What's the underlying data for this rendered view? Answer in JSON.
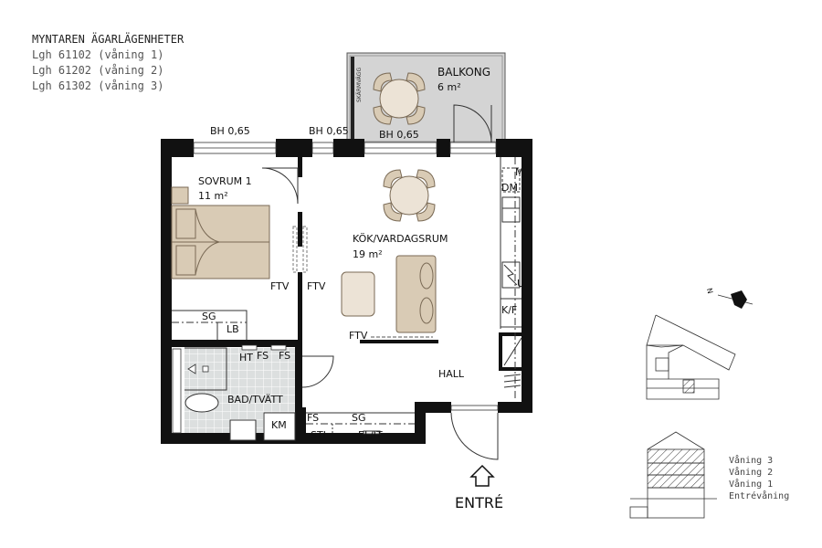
{
  "header": {
    "title": "MYNTAREN ÄGARLÄGENHETER",
    "units": [
      "Lgh 61102 (våning 1)",
      "Lgh 61202 (våning 2)",
      "Lgh 61302 (våning 3)"
    ]
  },
  "rooms": {
    "balcony": {
      "name": "BALKONG",
      "area": "6 m²",
      "wall_label": "SKÄRMVÄGG"
    },
    "bedroom": {
      "name": "SOVRUM 1",
      "area": "11 m²"
    },
    "kitchen_living": {
      "name": "KÖK/VARDAGSRUM",
      "area": "19 m²"
    },
    "bathroom": {
      "name": "BAD/TVÄTT"
    },
    "hall": {
      "name": "HALL"
    }
  },
  "windows": [
    {
      "label": "BH 0,65"
    },
    {
      "label": "BH 0,65"
    },
    {
      "label": "BH 0,65"
    }
  ],
  "fixtures": {
    "ftv_left": "FTV",
    "ftv_right": "FTV",
    "ftv_living": "FTV",
    "sg_bedroom": "SG",
    "lb": "LB",
    "ht": "HT",
    "fs_bath1": "FS",
    "fs_bath2": "FS",
    "km": "KM",
    "fs_hall": "FS",
    "sg_hall": "SG",
    "sti": "STI",
    "el_it": "EL/IT",
    "m": "M",
    "dm": "DM",
    "u": "U",
    "kf": "K/F"
  },
  "entrance": {
    "label": "ENTRÉ"
  },
  "orientation": {
    "north_label": "N"
  },
  "legend": {
    "floors": [
      "Våning 3",
      "Våning 2",
      "Våning 1",
      "Entrévåning"
    ]
  },
  "colors": {
    "wall": "#111111",
    "furniture": "#d9cbb5",
    "furniture_light": "#ece3d6",
    "furniture_stroke": "#7a6a55",
    "balcony": "#d4d4d4",
    "tile": "#d9dcdc"
  }
}
